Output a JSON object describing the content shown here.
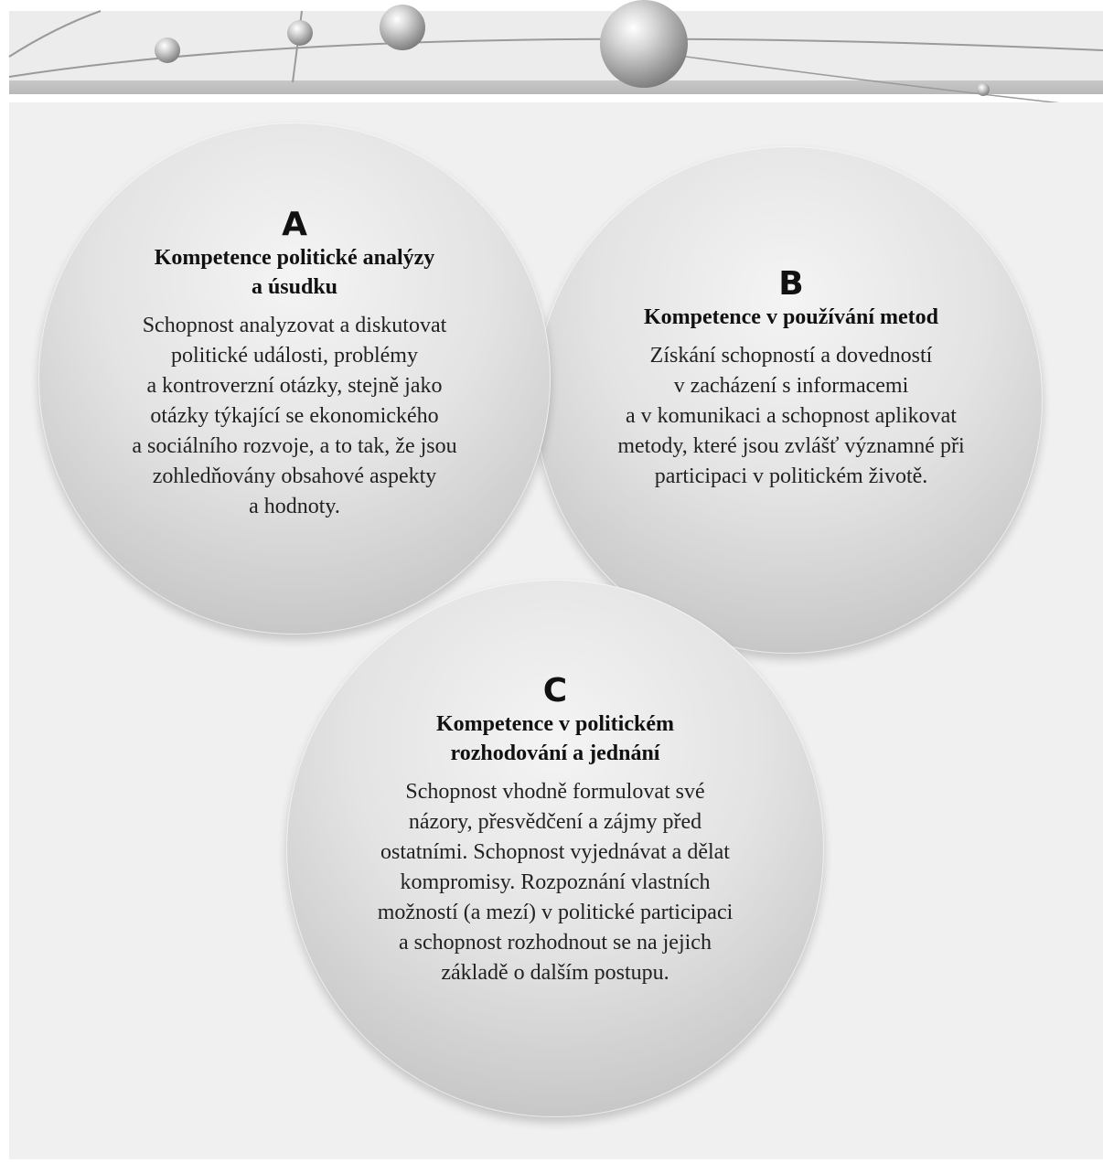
{
  "competences": {
    "a": {
      "letter": "A",
      "title_lines": [
        "Kompetence politické analýzy",
        "a úsudku"
      ],
      "body_lines": [
        "Schopnost analyzovat a diskutovat",
        "politické události, problémy",
        "a kontroverzní otázky, stejně jako",
        "otázky týkající se ekonomického",
        "a sociálního rozvoje, a to tak, že jsou",
        "zohledňovány obsahové aspekty",
        "a hodnoty."
      ]
    },
    "b": {
      "letter": "B",
      "title_lines": [
        "Kompetence v používání metod"
      ],
      "body_lines": [
        "Získání schopností a dovedností",
        "v zacházení s informacemi",
        "a v komunikaci a schopnost aplikovat",
        "metody, které jsou zvlášť významné při",
        "participaci v politickém životě."
      ]
    },
    "c": {
      "letter": "C",
      "title_lines": [
        "Kompetence v politickém",
        "rozhodování a jednání"
      ],
      "body_lines": [
        "Schopnost vhodně formulovat své",
        "názory, přesvědčení a zájmy před",
        "ostatními. Schopnost vyjednávat a dělat",
        "kompromisy. Rozpoznání vlastních",
        "možností (a mezí) v politické participaci",
        "a schopnost rozhodnout se na jejich",
        "základě o dalším postupu."
      ]
    }
  }
}
